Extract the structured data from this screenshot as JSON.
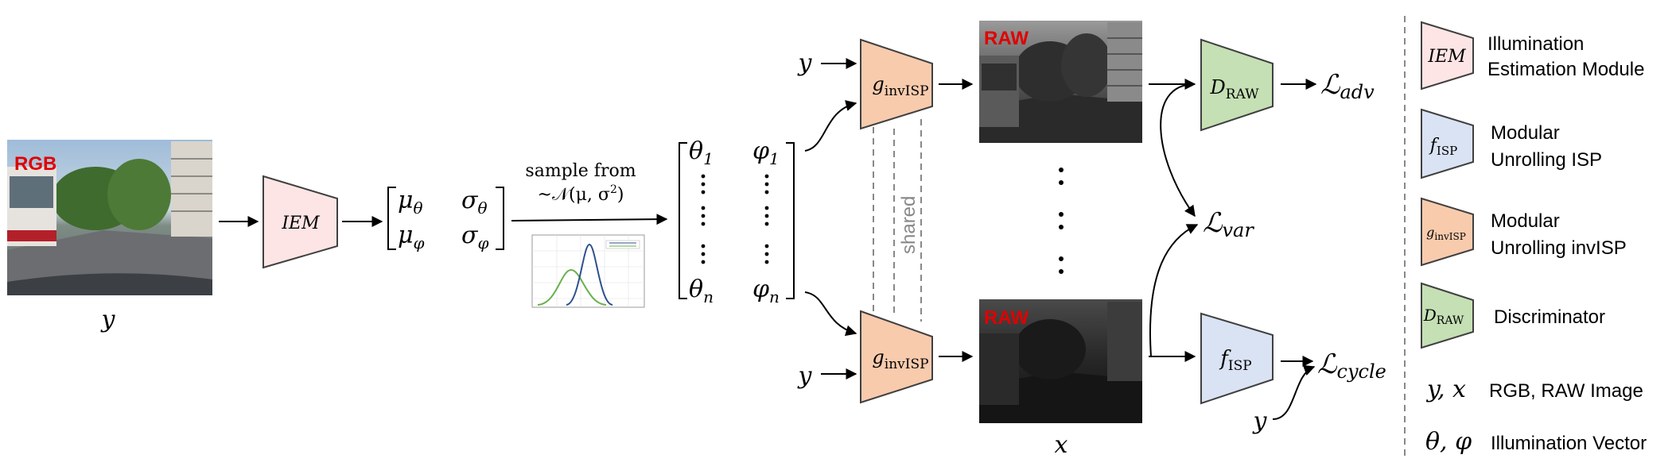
{
  "input_image": {
    "badge": "RGB",
    "label": "y"
  },
  "iem_block": {
    "label": "IEM"
  },
  "params_matrix": {
    "mu_theta": "μ",
    "mu_theta_sub": "θ",
    "mu_phi": "μ",
    "mu_phi_sub": "φ",
    "sigma_theta": "σ",
    "sigma_theta_sub": "θ",
    "sigma_phi": "σ",
    "sigma_phi_sub": "φ"
  },
  "sampling": {
    "line1": "sample from",
    "line2_prefix": "~𝒩(μ, σ",
    "line2_sup": "2",
    "line2_suffix": ")"
  },
  "illum_matrix": {
    "theta": "θ",
    "theta_first_sub": "1",
    "theta_last_sub": "n",
    "phi": "φ",
    "phi_first_sub": "1",
    "phi_last_sub": "n"
  },
  "generators": [
    {
      "input": "y",
      "label": "g",
      "sub": "invISP"
    },
    {
      "input": "y",
      "label": "g",
      "sub": "invISP"
    }
  ],
  "shared_label": "shared",
  "raw_images": [
    {
      "badge": "RAW"
    },
    {
      "badge": "RAW",
      "label": "x"
    }
  ],
  "discriminator": {
    "label": "D",
    "sub": "RAW"
  },
  "isp_block": {
    "label": "f",
    "sub": "ISP"
  },
  "losses": {
    "adv": {
      "symbol": "ℒ",
      "sub": "adv"
    },
    "var": {
      "symbol": "ℒ",
      "sub": "var"
    },
    "cycle": {
      "symbol": "ℒ",
      "sub": "cycle",
      "extra_input": "y"
    }
  },
  "legend": [
    {
      "key": "iem",
      "icon_text": "IEM",
      "icon_sub": "",
      "text_lines": [
        "Illumination",
        "Estimation Module"
      ],
      "color": "#fde5e5"
    },
    {
      "key": "isp",
      "icon_text": "f",
      "icon_sub": "ISP",
      "text_lines": [
        "Modular",
        "Unrolling ISP"
      ],
      "color": "#dae3f3"
    },
    {
      "key": "invisp",
      "icon_text": "g",
      "icon_sub": "invISP",
      "text_lines": [
        "Modular",
        "Unrolling invISP"
      ],
      "color": "#f8cbad"
    },
    {
      "key": "disc",
      "icon_text": "D",
      "icon_sub": "RAW",
      "text_lines": [
        "Discriminator"
      ],
      "color": "#c5e0b4"
    },
    {
      "key": "imgs",
      "symbol": "y, x",
      "text_lines": [
        "RGB, RAW Image"
      ]
    },
    {
      "key": "vec",
      "symbol": "θ, φ",
      "text_lines": [
        "Illumination Vector"
      ]
    }
  ],
  "colors": {
    "iem": "#fde5e5",
    "ginv": "#f8cbad",
    "disc": "#c5e0b4",
    "isp": "#dae3f3",
    "stroke": "#404040",
    "badge": "#e00000",
    "shared": "#888888"
  }
}
